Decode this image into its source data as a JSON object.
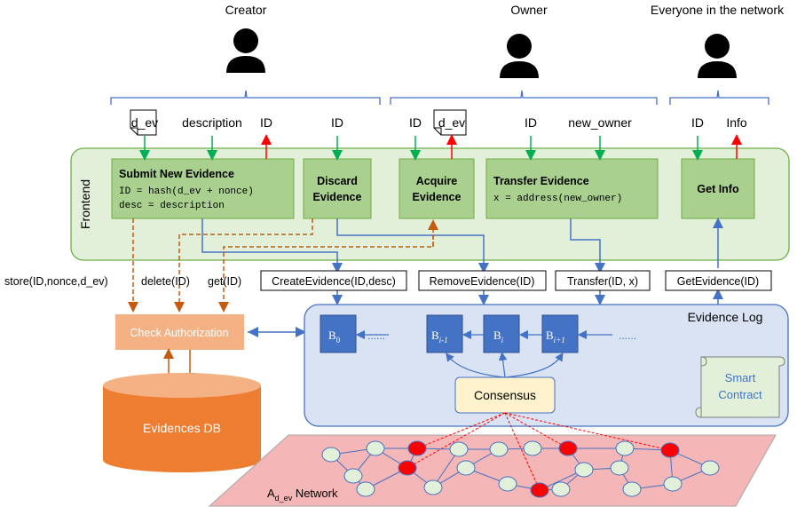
{
  "actors": {
    "creator": "Creator",
    "owner": "Owner",
    "everyone": "Everyone in the network"
  },
  "inputs": {
    "d_ev_1": "d_ev",
    "description": "description",
    "id_out_1": "ID",
    "id_discard": "ID",
    "id_acquire": "ID",
    "d_ev_2": "d_ev",
    "id_transfer": "ID",
    "new_owner": "new_owner",
    "id_getinfo": "ID",
    "info": "Info"
  },
  "frontend": {
    "label": "Frontend",
    "submit_title": "Submit New Evidence",
    "submit_line1": "ID = hash(d_ev + nonce)",
    "submit_line2": "desc = description",
    "discard_l1": "Discard",
    "discard_l2": "Evidence",
    "acquire_l1": "Acquire",
    "acquire_l2": "Evidence",
    "transfer_title": "Transfer Evidence",
    "transfer_line": "x = address(new_owner)",
    "getinfo": "Get Info"
  },
  "calls": {
    "create": "CreateEvidence(ID,desc)",
    "remove": "RemoveEvidence(ID)",
    "transfer": "Transfer(ID, x)",
    "get": "GetEvidence(ID)",
    "store": "store(ID,nonce,d_ev)",
    "delete": "delete(ID)",
    "getid": "get(ID)"
  },
  "backend": {
    "check_auth": "Check Authorization",
    "db": "Evidences DB",
    "log_title": "Evidence Log",
    "consensus": "Consensus",
    "smart_l1": "Smart",
    "smart_l2": "Contract",
    "network_label": "A",
    "network_sub": "d_ev",
    "network_suffix": " Network",
    "blocks": [
      {
        "main": "B",
        "sub": "0"
      },
      {
        "main": "B",
        "sub": "i-1"
      },
      {
        "main": "B",
        "sub": "i"
      },
      {
        "main": "B",
        "sub": "i+1"
      }
    ],
    "dots": "......"
  },
  "colors": {
    "green_box": "#a9d08e",
    "green_bg": "#e2f0d9",
    "green_border": "#70ad47",
    "blue_bg": "#dae3f3",
    "block_blue": "#4472c4",
    "orange": "#ed7d31",
    "orange_light": "#f4b183",
    "pink_net": "#f4b6b6",
    "node_red": "#ff0000",
    "node_light": "#e2f0d9",
    "consensus_fill": "#fff2cc",
    "arrow_green": "#00b050",
    "arrow_red": "#ff0000",
    "arrow_blue": "#4472c4",
    "arrow_brown": "#c55a11"
  }
}
